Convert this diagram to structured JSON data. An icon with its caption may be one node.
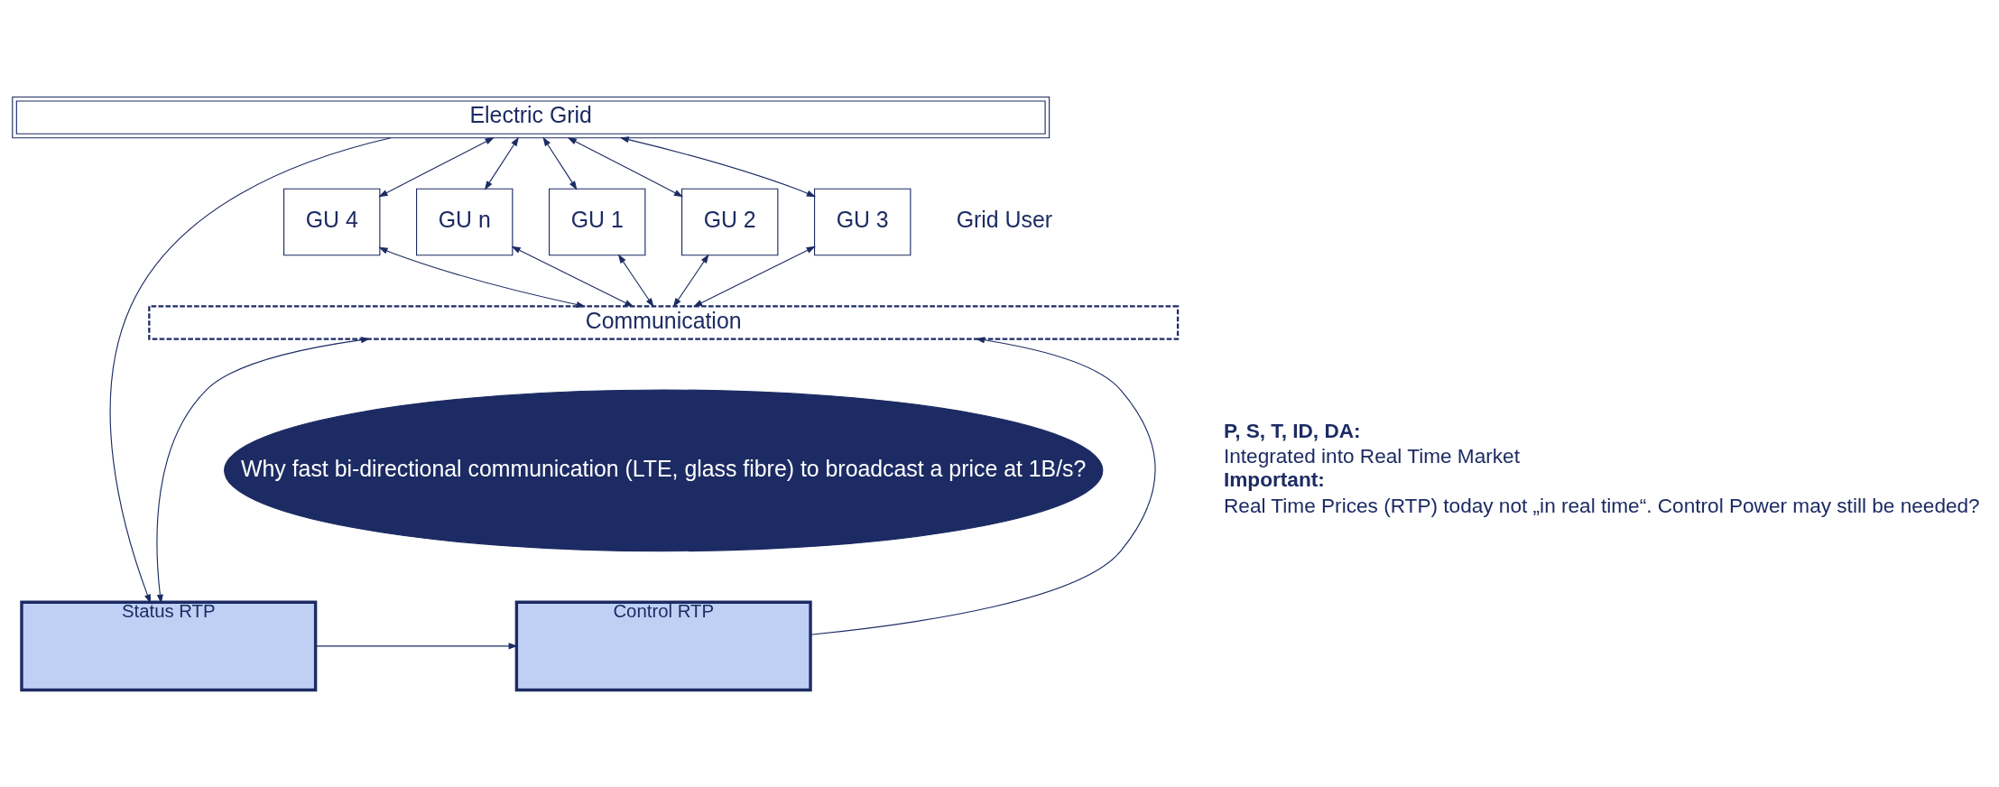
{
  "diagram": {
    "nodes": [
      {
        "text": [
          "Electric Grid"
        ]
      },
      {
        "text": [
          "GU 1"
        ]
      },
      {
        "text": [
          "GU 2"
        ]
      },
      {
        "text": [
          "GU 3"
        ]
      },
      {
        "text": [
          "GU 4"
        ]
      },
      {
        "text": [
          "GU n"
        ]
      },
      {
        "text": [
          "Communication"
        ]
      },
      {
        "text": [
          "Why fast bi-directional communication (LTE, glass fibre) to broadcast a price at 1B/s?"
        ]
      },
      {
        "text": [
          "Control RTP"
        ]
      },
      {
        "text": [
          "Status RTP"
        ]
      }
    ],
    "edges": [
      {
        "from": 0,
        "to": 1,
        "arrow": "both"
      },
      {
        "from": 0,
        "to": 2,
        "arrow": "both"
      },
      {
        "from": 0,
        "to": 3,
        "arrow": "both"
      },
      {
        "from": 0,
        "to": 4,
        "arrow": "both"
      },
      {
        "from": 0,
        "to": 5,
        "arrow": "both"
      },
      {
        "from": 1,
        "to": 6,
        "arrow": "both"
      },
      {
        "from": 2,
        "to": 6,
        "arrow": "both"
      },
      {
        "from": 3,
        "to": 6,
        "arrow": "both"
      },
      {
        "from": 4,
        "to": 6,
        "arrow": "both"
      },
      {
        "from": 5,
        "to": 6,
        "arrow": "both"
      },
      {
        "from": 8,
        "to": 6,
        "arrow": "to"
      },
      {
        "from": 6,
        "to": 9,
        "arrow": "both"
      },
      {
        "from": 0,
        "to": 9,
        "arrow": "to"
      },
      {
        "from": 9,
        "to": 8,
        "arrow": "to"
      }
    ],
    "labels": [
      "Grid User",
      "P, S, T, ID, DA:",
      "Integrated into Real Time Market",
      "Important:",
      "Real Time Prices (RTP) today not „in real time“. Control Power may still be needed?"
    ]
  }
}
